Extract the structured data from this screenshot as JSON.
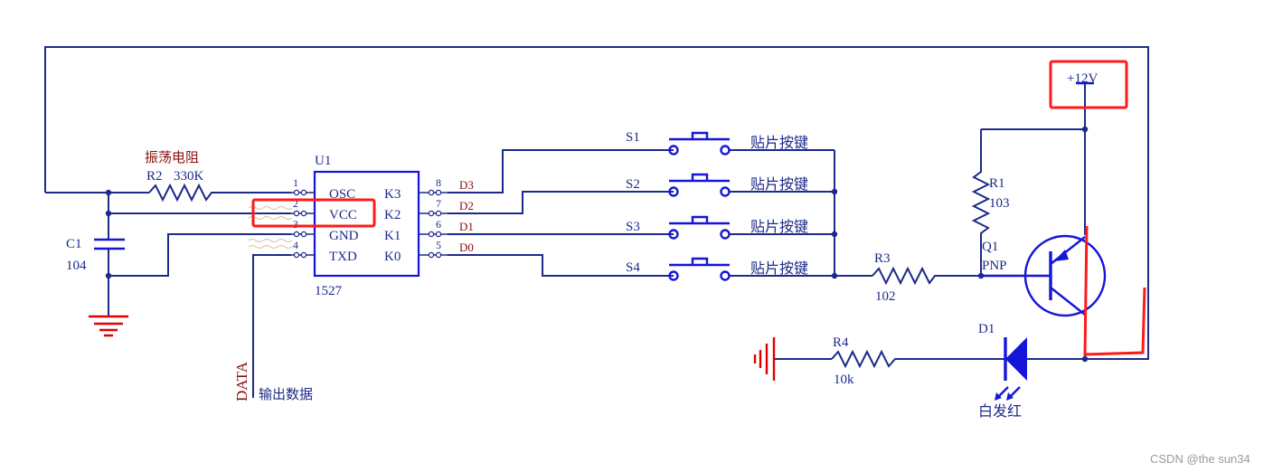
{
  "ic": {
    "ref": "U1",
    "part": "1527",
    "left_pins": [
      {
        "num": "1",
        "name": "OSC"
      },
      {
        "num": "2",
        "name": "VCC"
      },
      {
        "num": "3",
        "name": "GND"
      },
      {
        "num": "4",
        "name": "TXD"
      }
    ],
    "right_pins": [
      {
        "num": "8",
        "name": "K3",
        "net": "D3"
      },
      {
        "num": "7",
        "name": "K2",
        "net": "D2"
      },
      {
        "num": "6",
        "name": "K1",
        "net": "D1"
      },
      {
        "num": "5",
        "name": "K0",
        "net": "D0"
      }
    ]
  },
  "osc_resistor": {
    "title": "振荡电阻",
    "ref": "R2",
    "value": "330K"
  },
  "capacitor": {
    "ref": "C1",
    "value": "104"
  },
  "data_line": {
    "net": "DATA",
    "desc": "输出数据"
  },
  "switches": [
    {
      "ref": "S1",
      "desc": "贴片按键"
    },
    {
      "ref": "S2",
      "desc": "贴片按键"
    },
    {
      "ref": "S3",
      "desc": "贴片按键"
    },
    {
      "ref": "S4",
      "desc": "贴片按键"
    }
  ],
  "supply": {
    "label": "+12V"
  },
  "r1": {
    "ref": "R1",
    "value": "103"
  },
  "transistor": {
    "ref": "Q1",
    "type": "PNP"
  },
  "r3": {
    "ref": "R3",
    "value": "102"
  },
  "r4": {
    "ref": "R4",
    "value": "10k"
  },
  "led": {
    "ref": "D1",
    "desc": "白发红"
  },
  "watermark": "CSDN @the sun34",
  "colors": {
    "wire": "#1c2a8a",
    "symbol": "#1515d9",
    "net_label": "#8a1010",
    "highlight": "#ff1a1a"
  }
}
